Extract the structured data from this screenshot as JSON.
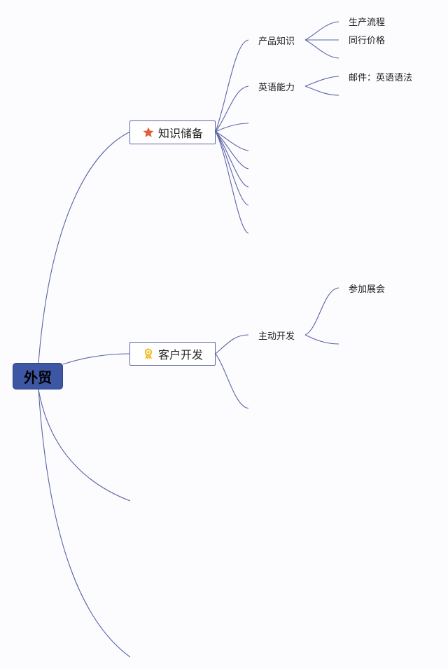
{
  "root": {
    "label": "外贸"
  },
  "branches": [
    {
      "label": "知识储备",
      "icon": "star-icon",
      "children": [
        {
          "label": "产品知识",
          "children": [
            "生产流程",
            "同行价格"
          ]
        },
        {
          "label": "英语能力",
          "children": [
            "邮件：英语语法"
          ]
        }
      ]
    },
    {
      "label": "客户开发",
      "icon": "award-ribbon-icon",
      "children": [
        {
          "label": "主动开发",
          "children": [
            "参加展会"
          ]
        }
      ]
    }
  ],
  "colors": {
    "link": "#5a63a6",
    "root_fill": "#3d57a4",
    "star": "#e0603a",
    "award": "#f2c232"
  }
}
